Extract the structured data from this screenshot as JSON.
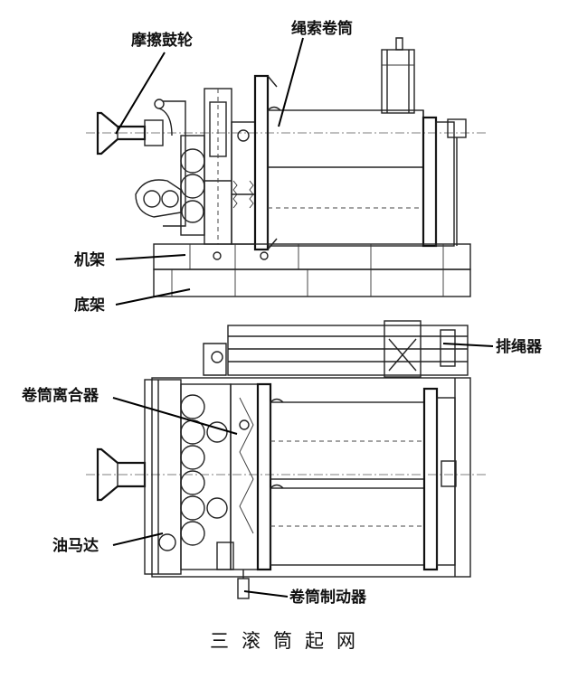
{
  "labels": {
    "friction_drum": "摩擦鼓轮",
    "rope_drum": "绳索卷筒",
    "frame": "机架",
    "base": "底架",
    "rope_guide": "排绳器",
    "drum_clutch": "卷筒离合器",
    "oil_motor": "油马达",
    "drum_brake": "卷筒制动器"
  },
  "caption": "三滚筒起网"
}
